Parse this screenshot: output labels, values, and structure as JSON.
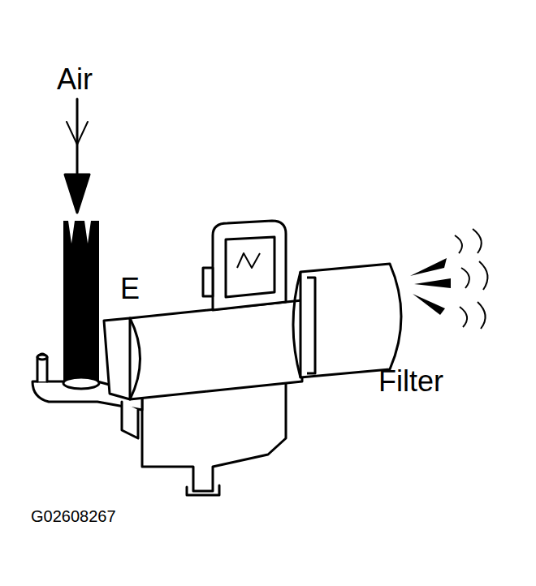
{
  "diagram": {
    "labels": [
      "Air",
      "E",
      "Filter",
      "G02608267"
    ]
  }
}
